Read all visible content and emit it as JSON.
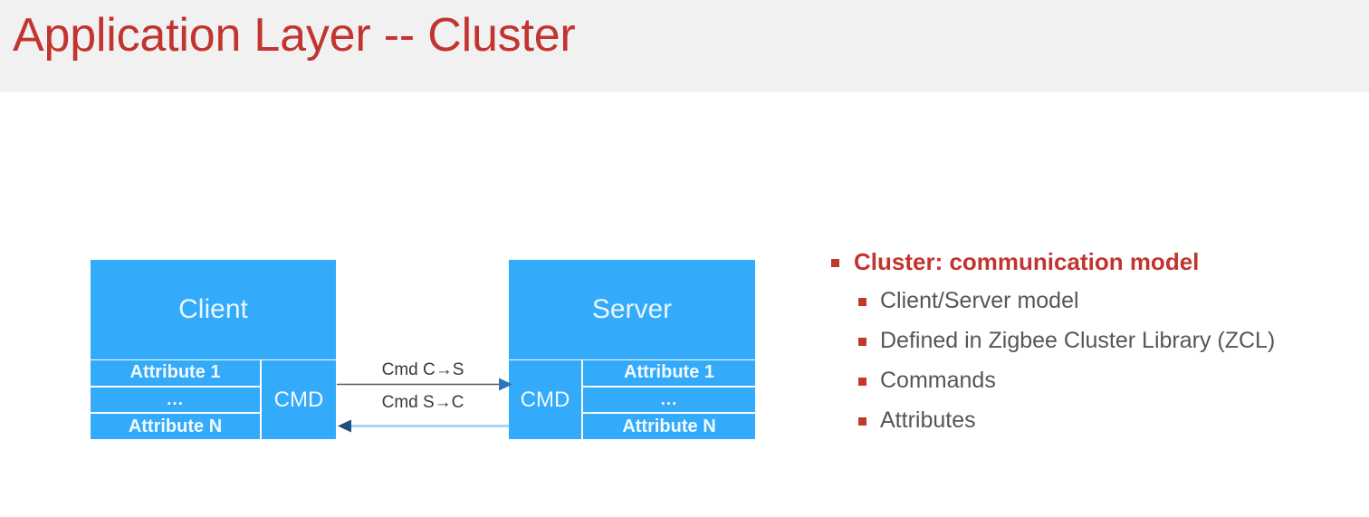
{
  "slide": {
    "title": "Application Layer -- Cluster",
    "title_color": "#C2342F",
    "band_color": "#F1F1F1",
    "background": "#FFFFFF"
  },
  "diagram": {
    "node_fill": "#33AAFA",
    "node_text_color": "#F2FAFF",
    "client": {
      "title": "Client",
      "cmd_label": "CMD",
      "attributes": [
        "Attribute 1",
        "...",
        "Attribute N"
      ]
    },
    "server": {
      "title": "Server",
      "cmd_label": "CMD",
      "attributes": [
        "Attribute 1",
        "...",
        "Attribute N"
      ]
    },
    "arrows": [
      {
        "label": "Cmd C→S",
        "direction": "client-to-server",
        "line_color": "#595959",
        "head_color": "#2E75B6"
      },
      {
        "label": "Cmd S→C",
        "direction": "server-to-client",
        "line_color": "#A6D8F5",
        "head_color": "#1F4E79"
      }
    ]
  },
  "bullets": {
    "marker_color": "#C0392B",
    "items": [
      {
        "level": 1,
        "text": "Cluster: communication model"
      },
      {
        "level": 2,
        "text": "Client/Server model"
      },
      {
        "level": 2,
        "text": "Defined in Zigbee Cluster Library (ZCL)"
      },
      {
        "level": 2,
        "text": "Commands"
      },
      {
        "level": 2,
        "text": "Attributes"
      }
    ]
  }
}
